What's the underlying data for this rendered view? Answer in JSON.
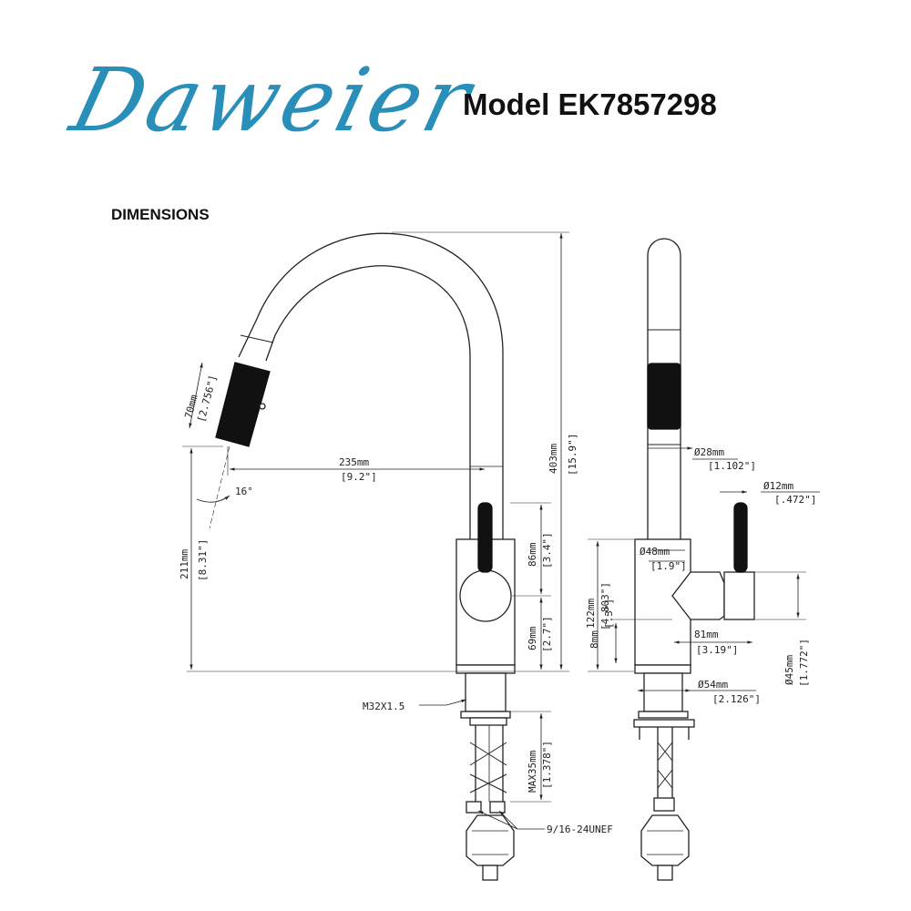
{
  "brand": {
    "logo_text": "Daweier",
    "color": "#2a8fb8"
  },
  "model_title": "Model EK7857298",
  "section_title": "DIMENSIONS",
  "dims": {
    "spray_len_mm": "70mm",
    "spray_len_in": "[2.756\"]",
    "angle": "16°",
    "reach_mm": "235mm",
    "reach_in": "[9.2\"]",
    "height_mm": "403mm",
    "height_in": "[15.9\"]",
    "spout_h_mm": "211mm",
    "spout_h_in": "[8.31\"]",
    "handle_mm": "86mm",
    "handle_in": "[3.4\"]",
    "lower_mm": "69mm",
    "lower_in": "[2.7\"]",
    "thread": "M32X1.5",
    "max_mm": "MAX35mm",
    "max_in": "[1.378\"]",
    "hose_thread": "9/16-24UNEF",
    "spout_dia_mm": "Ø28mm",
    "spout_dia_in": "[1.102\"]",
    "lever_dia_mm": "Ø12mm",
    "lever_dia_in": "[.472\"]",
    "body_dia_mm": "Ø48mm",
    "body_dia_in": "[1.9\"]",
    "body_h_mm": "122mm",
    "body_h_in": "[4.803\"]",
    "gap_mm": "8mm",
    "gap_in": "[.3\"]",
    "hub_len_mm": "81mm",
    "hub_len_in": "[3.19\"]",
    "hub_dia_mm": "Ø45mm",
    "hub_dia_in": "[1.772\"]",
    "base_dia_mm": "Ø54mm",
    "base_dia_in": "[2.126\"]"
  }
}
